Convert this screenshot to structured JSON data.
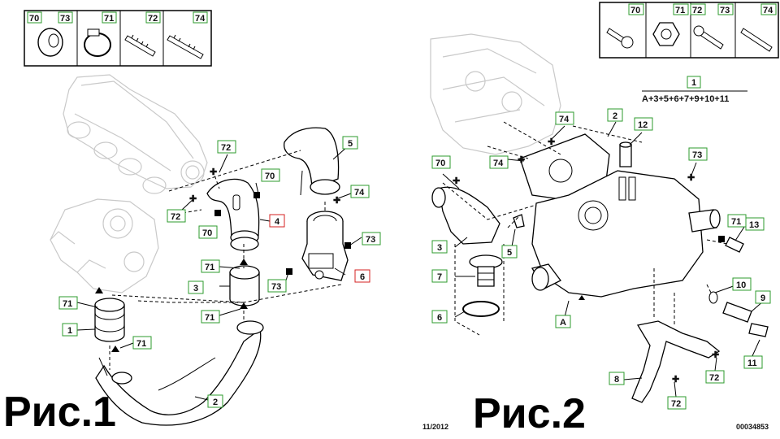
{
  "fig1": {
    "caption": "Рис.1",
    "legend": [
      "70",
      "73",
      "71",
      "72",
      "74"
    ],
    "callouts": [
      "72",
      "70",
      "5",
      "74",
      "72",
      "70",
      "4",
      "73",
      "71",
      "3",
      "73",
      "6",
      "71",
      "1",
      "71",
      "71",
      "2"
    ]
  },
  "fig2": {
    "caption": "Рис.2",
    "legend": [
      "70",
      "71",
      "72",
      "73",
      "74"
    ],
    "formula_num": "1",
    "formula": "A+3+5+6+7+9+10+11",
    "callouts": [
      "74",
      "2",
      "12",
      "74",
      "70",
      "73",
      "3",
      "5",
      "71",
      "13",
      "7",
      "10",
      "6",
      "A",
      "9",
      "11",
      "72",
      "8",
      "72"
    ],
    "date": "11/2012",
    "doc_number": "00034853"
  },
  "colors": {
    "callout_border": "#2e9b2e",
    "callout_highlight": "#d42020"
  }
}
